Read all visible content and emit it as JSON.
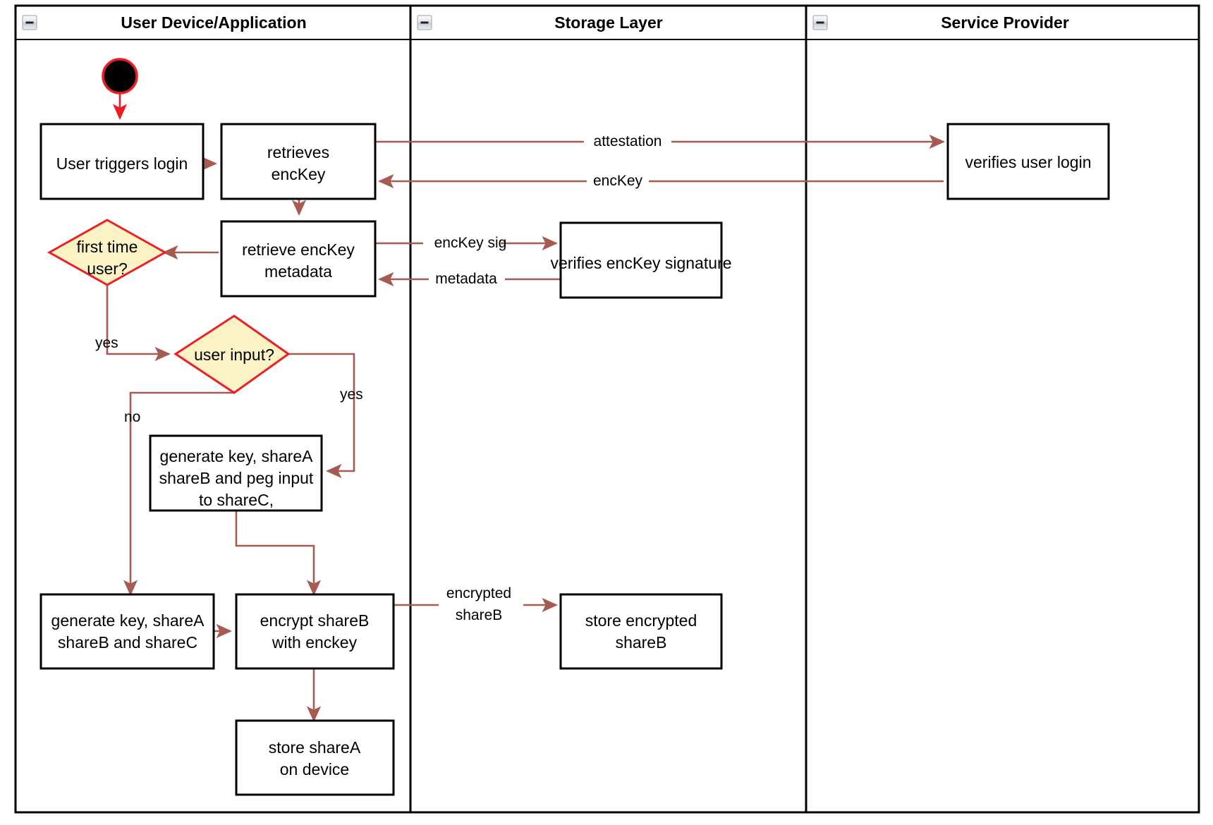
{
  "diagram": {
    "type": "uml-activity-swimlane",
    "title": "Login and key-share provisioning flow",
    "colors": {
      "edge": "#A65B52",
      "start_edge": "#ED1C24",
      "decision_fill": "#FBF3C6",
      "decision_stroke": "#EC2024",
      "node_fill": "#ffffff",
      "node_stroke": "#000000",
      "frame_stroke": "#000000"
    }
  },
  "lanes": [
    {
      "id": "user-device",
      "title": "User Device/Application",
      "collapse_icon": "minus-icon"
    },
    {
      "id": "storage-layer",
      "title": "Storage Layer",
      "collapse_icon": "minus-icon"
    },
    {
      "id": "service-provider",
      "title": "Service Provider",
      "collapse_icon": "minus-icon"
    }
  ],
  "nodes": [
    {
      "id": "start",
      "lane": "user-device",
      "shape": "initial-node",
      "label": ""
    },
    {
      "id": "user-triggers-login",
      "lane": "user-device",
      "shape": "action",
      "lines": [
        "User triggers login"
      ]
    },
    {
      "id": "retrieves-enckey",
      "lane": "user-device",
      "shape": "action",
      "lines": [
        "retrieves",
        "encKey"
      ]
    },
    {
      "id": "retrieve-enckey-metadata",
      "lane": "user-device",
      "shape": "action",
      "lines": [
        "retrieve encKey",
        "metadata"
      ]
    },
    {
      "id": "first-time-user",
      "lane": "user-device",
      "shape": "decision",
      "lines": [
        "first time",
        "user?"
      ]
    },
    {
      "id": "user-input",
      "lane": "user-device",
      "shape": "decision",
      "lines": [
        "user input?"
      ]
    },
    {
      "id": "generate-peg",
      "lane": "user-device",
      "shape": "action",
      "lines": [
        "generate key, shareA",
        "shareB and peg input",
        "to shareC,"
      ]
    },
    {
      "id": "generate-shares",
      "lane": "user-device",
      "shape": "action",
      "lines": [
        "generate key, shareA",
        "shareB and shareC"
      ]
    },
    {
      "id": "encrypt-shareb",
      "lane": "user-device",
      "shape": "action",
      "lines": [
        "encrypt shareB",
        "with enckey"
      ]
    },
    {
      "id": "store-sharea",
      "lane": "user-device",
      "shape": "action",
      "lines": [
        "store shareA",
        "on device"
      ]
    },
    {
      "id": "verifies-enckey-signature",
      "lane": "storage-layer",
      "shape": "action",
      "lines": [
        "verifies encKey signature"
      ]
    },
    {
      "id": "store-encrypted-shareb",
      "lane": "storage-layer",
      "shape": "action",
      "lines": [
        "store encrypted",
        "shareB"
      ]
    },
    {
      "id": "verifies-user-login",
      "lane": "service-provider",
      "shape": "action",
      "lines": [
        "verifies user login"
      ]
    }
  ],
  "edges": [
    {
      "id": "start-to-login",
      "from": "start",
      "to": "user-triggers-login",
      "label": ""
    },
    {
      "id": "login-to-retrieves",
      "from": "user-triggers-login",
      "to": "retrieves-enckey",
      "label": ""
    },
    {
      "id": "attestation",
      "from": "retrieves-enckey",
      "to": "verifies-user-login",
      "label": "attestation"
    },
    {
      "id": "enckey-return",
      "from": "verifies-user-login",
      "to": "retrieves-enckey",
      "label": "encKey"
    },
    {
      "id": "retrieves-to-metadata",
      "from": "retrieves-enckey",
      "to": "retrieve-enckey-metadata",
      "label": ""
    },
    {
      "id": "enckey-sig",
      "from": "retrieve-enckey-metadata",
      "to": "verifies-enckey-signature",
      "label": "encKey sig"
    },
    {
      "id": "metadata-return",
      "from": "verifies-enckey-signature",
      "to": "retrieve-enckey-metadata",
      "label": "metadata"
    },
    {
      "id": "metadata-to-firsttime",
      "from": "retrieve-enckey-metadata",
      "to": "first-time-user",
      "label": ""
    },
    {
      "id": "firsttime-yes",
      "from": "first-time-user",
      "to": "user-input",
      "label": "yes"
    },
    {
      "id": "userinput-yes",
      "from": "user-input",
      "to": "generate-peg",
      "label": "yes"
    },
    {
      "id": "userinput-no",
      "from": "user-input",
      "to": "generate-shares",
      "label": "no"
    },
    {
      "id": "peg-to-encrypt",
      "from": "generate-peg",
      "to": "encrypt-shareb",
      "label": ""
    },
    {
      "id": "shares-to-encrypt",
      "from": "generate-shares",
      "to": "encrypt-shareb",
      "label": ""
    },
    {
      "id": "encrypted-shareb",
      "from": "encrypt-shareb",
      "to": "store-encrypted-shareb",
      "label_lines": [
        "encrypted",
        "shareB"
      ]
    },
    {
      "id": "encrypt-to-store-sharea",
      "from": "encrypt-shareb",
      "to": "store-sharea",
      "label": ""
    }
  ],
  "labels": {
    "attestation": "attestation",
    "encKey": "encKey",
    "encKey_sig": "encKey sig",
    "metadata": "metadata",
    "yes_first_time": "yes",
    "yes_user_input": "yes",
    "no_user_input": "no",
    "encrypted_line1": "encrypted",
    "encrypted_line2": "shareB"
  }
}
